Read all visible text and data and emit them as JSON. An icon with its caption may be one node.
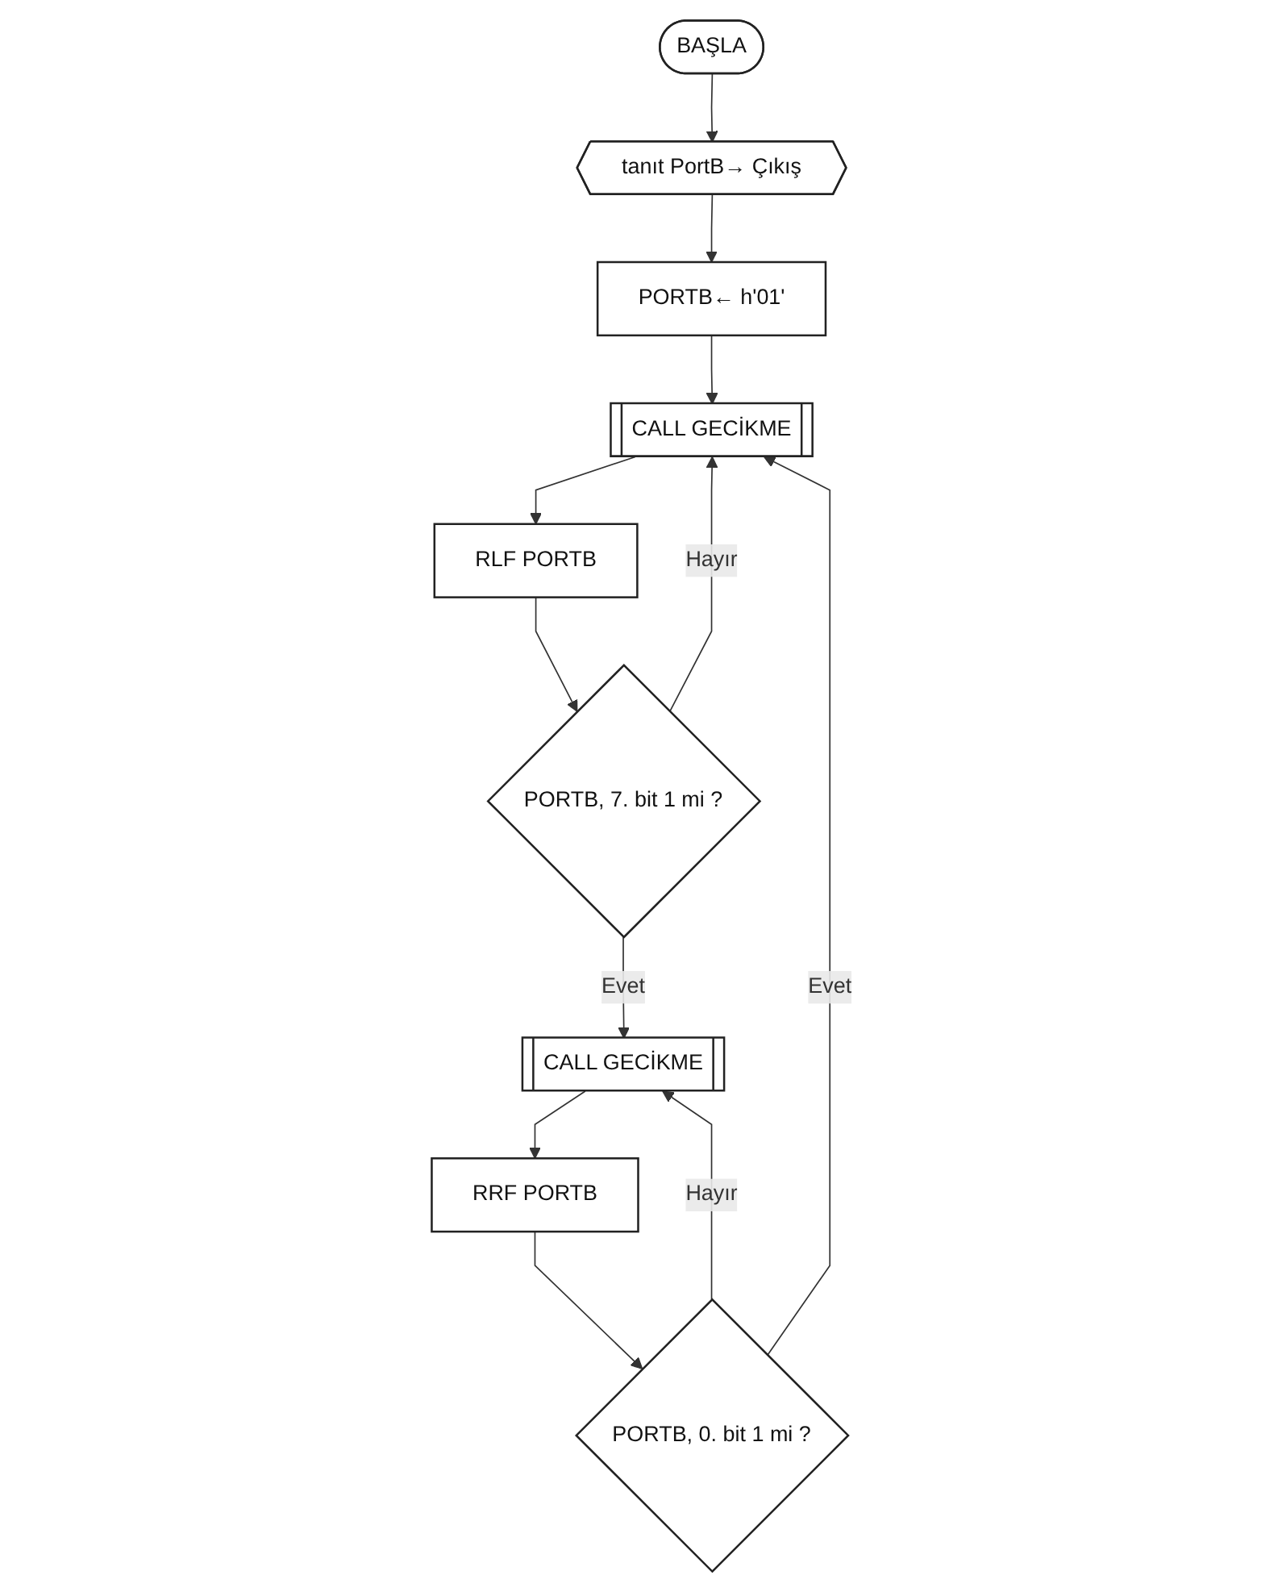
{
  "diagram": {
    "nodes": [
      {
        "text": [
          "BAŞLA"
        ]
      },
      {
        "text": [
          "tanıt PortB→ Çıkış"
        ]
      },
      {
        "text": [
          "PORTB← h'01'"
        ]
      },
      {
        "text": [
          "CALL GECİKME"
        ]
      },
      {
        "text": [
          "RLF PORTB"
        ]
      },
      {
        "text": [
          "PORTB, 7. bit 1 mi ?"
        ]
      },
      {
        "text": [
          "CALL GECİKME"
        ]
      },
      {
        "text": [
          "RRF PORTB"
        ]
      },
      {
        "text": [
          "PORTB, 0. bit 1 mi ?"
        ]
      }
    ],
    "edges": [
      {
        "from": 0,
        "to": 1,
        "arrow": "to"
      },
      {
        "from": 1,
        "to": 2,
        "arrow": "to"
      },
      {
        "from": 2,
        "to": 3,
        "arrow": "to"
      },
      {
        "from": 3,
        "to": 4,
        "arrow": "to"
      },
      {
        "from": 4,
        "to": 5,
        "arrow": "to"
      },
      {
        "from": 5,
        "to": 3,
        "arrow": "to",
        "label": "Hayır"
      },
      {
        "from": 5,
        "to": 6,
        "arrow": "to",
        "label": "Evet"
      },
      {
        "from": 6,
        "to": 7,
        "arrow": "to"
      },
      {
        "from": 7,
        "to": 8,
        "arrow": "to"
      },
      {
        "from": 8,
        "to": 6,
        "arrow": "to",
        "label": "Hayır"
      },
      {
        "from": 8,
        "to": 3,
        "arrow": "to",
        "label": "Evet"
      }
    ]
  }
}
